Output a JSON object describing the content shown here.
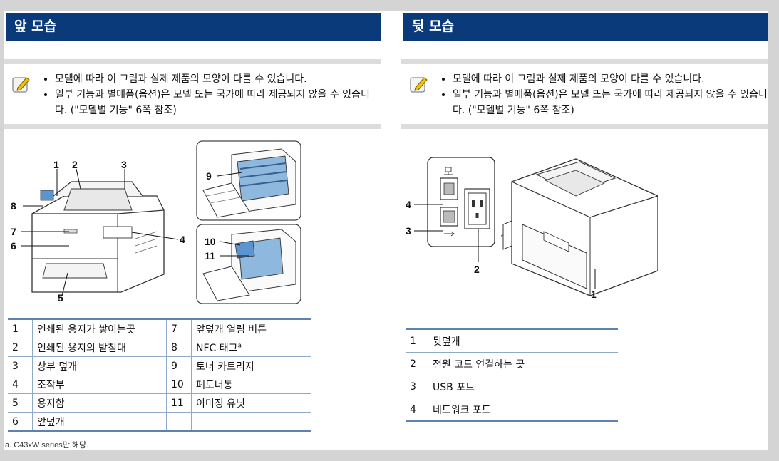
{
  "front": {
    "title": "앞 모습",
    "notes": [
      "모델에 따라 이 그림과 실제 제품의 모양이 다를 수 있습니다.",
      "일부 기능과 별매품(옵션)은 모델 또는 국가에 따라 제공되지 않을 수 있습니다. (\"모델별 기능\" 6쪽 참조)"
    ],
    "callouts": [
      "1",
      "2",
      "3",
      "4",
      "5",
      "6",
      "7",
      "8",
      "9",
      "10",
      "11"
    ],
    "table": [
      {
        "n1": "1",
        "l1": "인쇄된 용지가 쌓이는곳",
        "n2": "7",
        "l2": "앞덮개 열림 버튼"
      },
      {
        "n1": "2",
        "l1": "인쇄된 용지의 받침대",
        "n2": "8",
        "l2": "NFC 태그",
        "sup2": "a"
      },
      {
        "n1": "3",
        "l1": "상부 덮개",
        "n2": "9",
        "l2": "토너 카트리지"
      },
      {
        "n1": "4",
        "l1": "조작부",
        "n2": "10",
        "l2": "폐토너통"
      },
      {
        "n1": "5",
        "l1": "용지함",
        "n2": "11",
        "l2": "이미징 유닛"
      },
      {
        "n1": "6",
        "l1": "앞덮개",
        "n2": "",
        "l2": ""
      }
    ],
    "footnote": "a. C43xW series만 해당."
  },
  "rear": {
    "title": "뒷 모습",
    "notes": [
      "모델에 따라 이 그림과 실제 제품의 모양이 다를 수 있습니다.",
      "일부 기능과 별매품(옵션)은 모델 또는 국가에 따라 제공되지 않을 수 있습니다. (\"모델별 기능\" 6쪽 참조)"
    ],
    "callouts": [
      "4",
      "3",
      "2",
      "1"
    ],
    "table": [
      {
        "n": "1",
        "l": "뒷덮개"
      },
      {
        "n": "2",
        "l": "전원 코드 연결하는 곳"
      },
      {
        "n": "3",
        "l": "USB 포트"
      },
      {
        "n": "4",
        "l": "네트워크 포트"
      }
    ]
  },
  "colors": {
    "header_bg": "#0b3a7a",
    "rule": "#8eaac8",
    "page_bg": "#d4d4d4",
    "shade": "#dcdcdc"
  },
  "icons": [
    "note-pencil-icon",
    "network-icon",
    "usb-icon"
  ]
}
